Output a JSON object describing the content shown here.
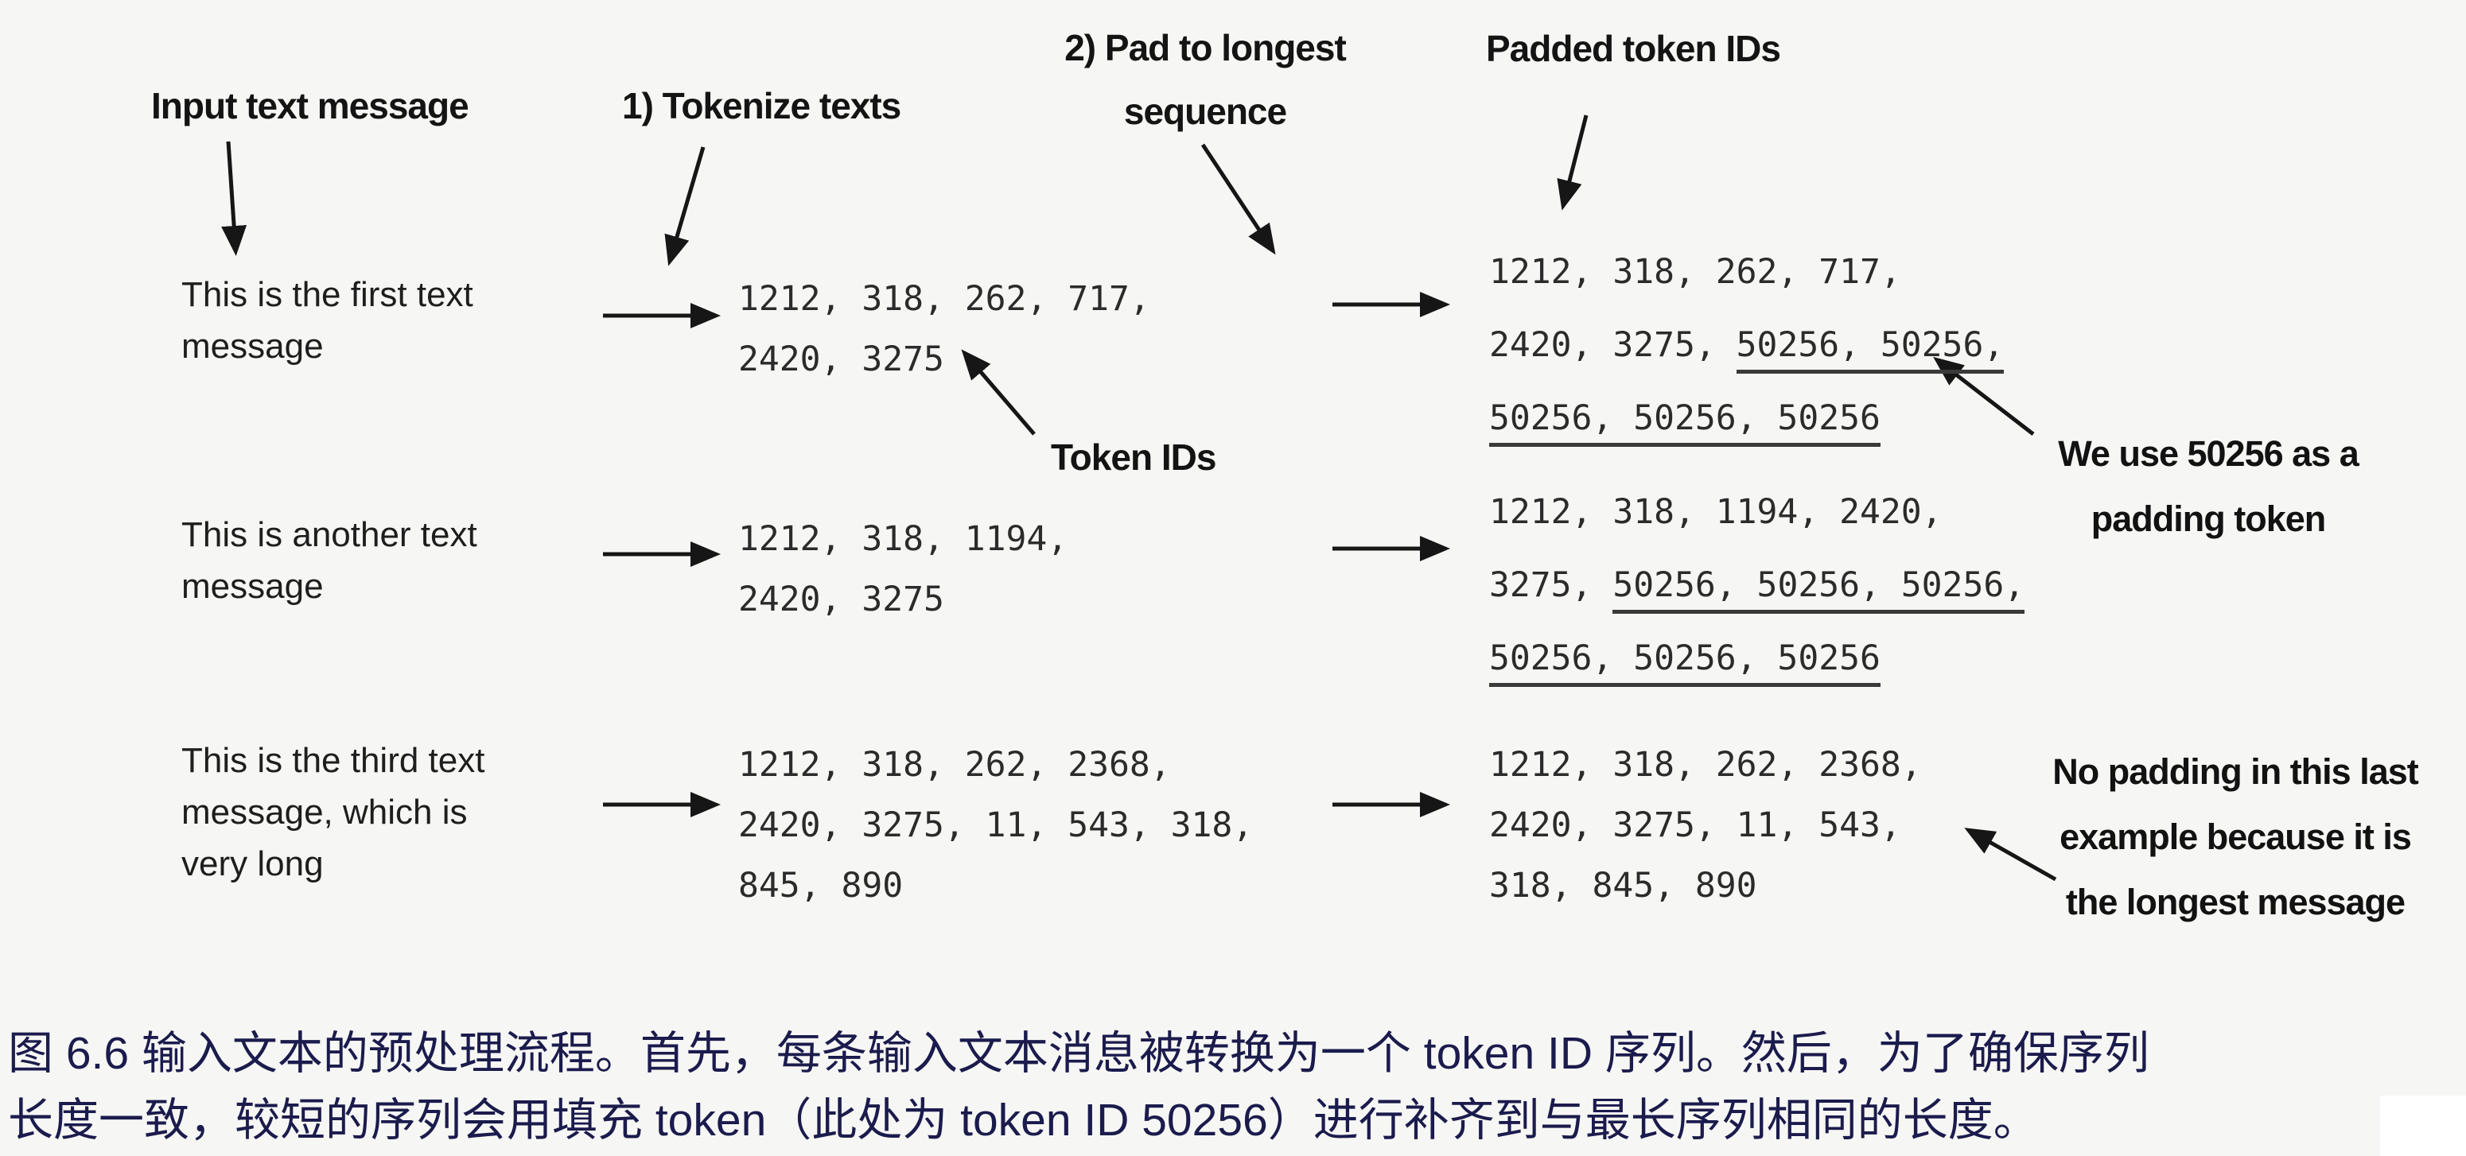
{
  "figure": {
    "labels": {
      "input_header": "Input text message",
      "step1": "1) Tokenize texts",
      "step2_line1": "2) Pad to longest",
      "step2_line2": "sequence",
      "padded_header": "Padded token IDs",
      "token_ids": "Token IDs"
    },
    "notes": {
      "padding_line1": "We use 50256 as a",
      "padding_line2": "padding token",
      "no_padding_line1": "No padding in this last",
      "no_padding_line2": "example because it is",
      "no_padding_line3": "the longest message"
    },
    "rows": [
      {
        "input_lines": [
          "This is the first text",
          "message"
        ],
        "token_lines": [
          "1212, 318, 262, 717,",
          "2420, 3275"
        ],
        "padded_lines": [
          {
            "pre": "1212, 318, 262, 717,",
            "pad": ""
          },
          {
            "pre": "2420, 3275, ",
            "pad": "50256, 50256,"
          },
          {
            "pre": "",
            "pad": "50256, 50256, 50256"
          }
        ]
      },
      {
        "input_lines": [
          "This is another text",
          "message"
        ],
        "token_lines": [
          "1212, 318, 1194,",
          "2420, 3275"
        ],
        "padded_lines": [
          {
            "pre": "1212, 318, 1194, 2420,",
            "pad": ""
          },
          {
            "pre": "3275, ",
            "pad": "50256, 50256, 50256,"
          },
          {
            "pre": "",
            "pad": "50256, 50256, 50256"
          }
        ]
      },
      {
        "input_lines": [
          "This is the third text",
          "message, which is",
          "very long"
        ],
        "token_lines": [
          "1212, 318, 262, 2368,",
          "2420, 3275, 11, 543, 318,",
          "845, 890"
        ],
        "padded_lines": [
          {
            "pre": "1212, 318, 262, 2368,",
            "pad": ""
          },
          {
            "pre": "2420, 3275, 11, 543,",
            "pad": ""
          },
          {
            "pre": "318, 845, 890",
            "pad": ""
          }
        ]
      }
    ]
  },
  "caption": {
    "line1": "图 6.6 输入文本的预处理流程。首先，每条输入文本消息被转换为一个 token ID 序列。然后，为了确保序列",
    "line2": "长度一致，较短的序列会用填充 token（此处为 token ID 50256）进行补齐到与最长序列相同的长度。"
  },
  "colors": {
    "background": "#f6f6f4",
    "diagram_text": "#1b1b1b",
    "caption_text": "#1b1b4d",
    "underline": "#3a3a3a"
  }
}
